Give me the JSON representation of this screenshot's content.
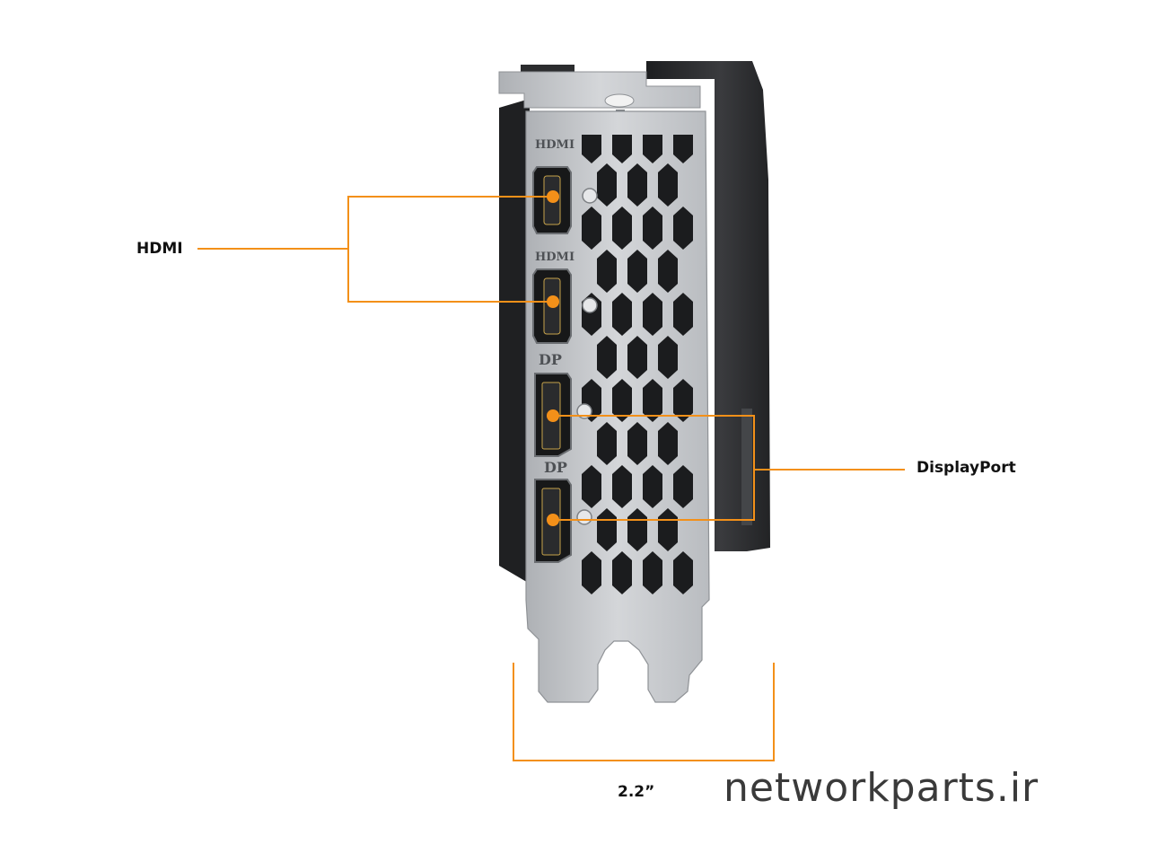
{
  "callouts": {
    "hdmi_label": "HDMI",
    "displayport_label": "DisplayPort",
    "width_label": "2.2”"
  },
  "bracket_markings": {
    "hdmi_top": "HDMI",
    "hdmi_bottom": "HDMI",
    "dp_top": "DP",
    "dp_bottom": "DP"
  },
  "watermark": "networkparts.ir",
  "colors": {
    "accent": "#F39019",
    "bracket_metal": "#C9CBCF",
    "heatsink": "#2A2B2D",
    "background": "#FFFFFF"
  }
}
